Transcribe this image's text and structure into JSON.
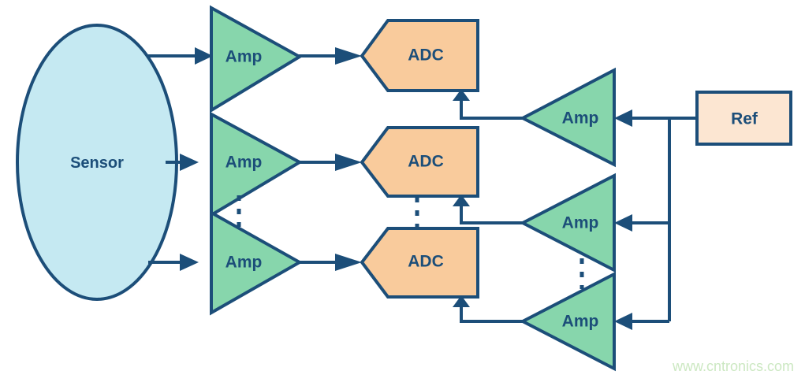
{
  "diagram": {
    "title": "Multichannel sensor signal chain block diagram",
    "colors": {
      "outline": "#1C4E79",
      "sensor_fill": "#C5E9F2",
      "amp_fill": "#87D6AC",
      "adc_fill": "#F9CB9C",
      "ref_fill": "#FCE6D2",
      "text": "#1C4E79",
      "watermark": "#CCE8C2",
      "background": "#FFFFFF"
    },
    "sensor": {
      "label": "Sensor",
      "shape": "ellipse"
    },
    "input_amps": [
      {
        "label": "Amp",
        "shape": "triangle-right"
      },
      {
        "label": "Amp",
        "shape": "triangle-right"
      },
      {
        "label": "Amp",
        "shape": "triangle-right"
      }
    ],
    "adcs": [
      {
        "label": "ADC",
        "shape": "pentagon-left-notch"
      },
      {
        "label": "ADC",
        "shape": "pentagon-left-notch"
      },
      {
        "label": "ADC",
        "shape": "pentagon-left-notch"
      }
    ],
    "reference_amps": [
      {
        "label": "Amp",
        "shape": "triangle-left"
      },
      {
        "label": "Amp",
        "shape": "triangle-left"
      },
      {
        "label": "Amp",
        "shape": "triangle-left"
      }
    ],
    "reference": {
      "label": "Ref",
      "shape": "rectangle"
    },
    "continuation_marks": [
      {
        "name": "amp-column-ellipsis",
        "style": "vertical-dashed"
      },
      {
        "name": "adc-column-ellipsis",
        "style": "vertical-dashed"
      },
      {
        "name": "ref-amp-column-ellipsis",
        "style": "vertical-dashed"
      }
    ],
    "watermark": {
      "text": "www.cntronics.com"
    }
  }
}
